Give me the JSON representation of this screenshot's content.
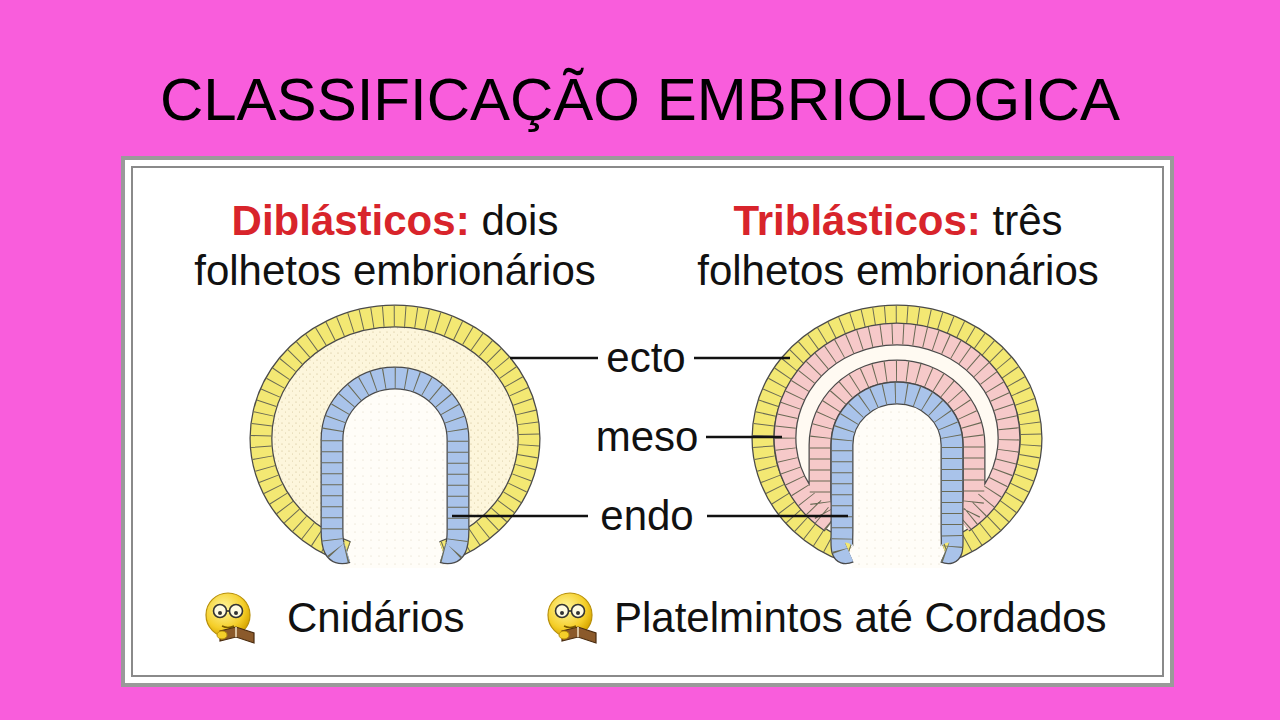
{
  "diagram": {
    "title": "CLASSIFICAÇÃO EMBRIOLOGICA",
    "labels": [
      "Diblásticos:",
      "dois folhetos embrionários",
      "Triblásticos:",
      "três folhetos embrionários",
      "ecto",
      "meso",
      "endo",
      "Cnidários",
      "Platelmintos até Cordados"
    ]
  }
}
